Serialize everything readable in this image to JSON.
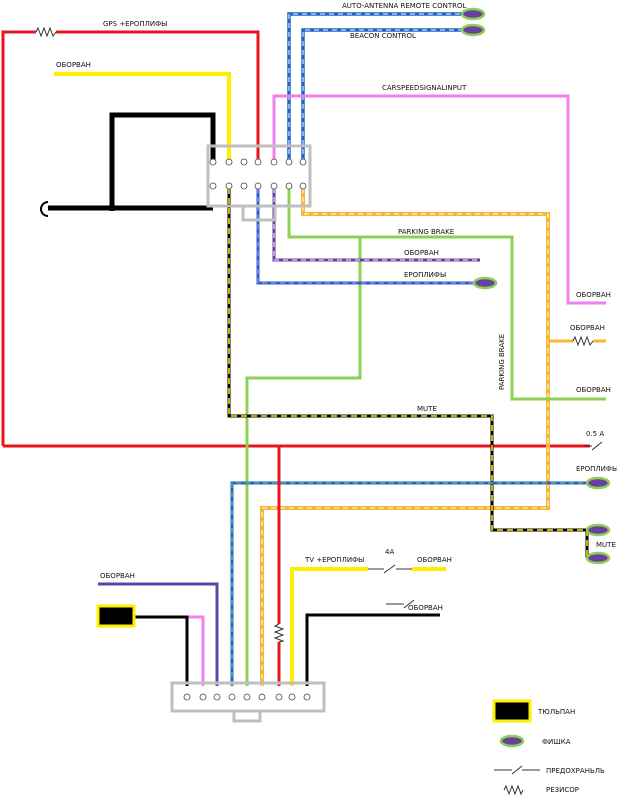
{
  "labels": {
    "gps": "GPS +ЕРОПЛИФЫ",
    "oborvan_top": "ОБОРВАН",
    "auto_antenna": "AUTO-ANTENNA REMOTE CONTROL",
    "beacon": "BEACON CONTROL",
    "car_speed": "CARSPEEDSIGNALINPUT",
    "parking_brake_h": "PARKING BRAKE",
    "oborvan_mid": "ОБОРВАН",
    "eropl_mid": "ЕРОПЛИФЫ",
    "oborvan_r1": "ОБОРВАН",
    "oborvan_r2": "ОБОРВАН",
    "parking_brake_v": "PARKING BRAKE",
    "oborvan_r3": "ОБОРВАН",
    "mute_mid": "MUTE",
    "fuse_05": "0.5 A",
    "eropl_r": "ЕРОПЛИФЫ",
    "mute_r": "MUTE",
    "tv": "TV  +ЕРОПЛИФЫ",
    "fuse_4a": "4A",
    "oborvan_tv": "ОБОРВАН",
    "oborvan_bl": "ОБОРВАН",
    "oborvan_br": "ОБОРВАН"
  },
  "legend": {
    "tulpan": "ТЮЛЬПАН",
    "fishka": "ФИШКА",
    "predohranitel": "ПРЕДОХРАНЬЛЬ",
    "rezistor": "РЕЗИСОР"
  },
  "colors": {
    "red": "#e8151b",
    "yellow": "#ffee00",
    "black": "#000000",
    "pink": "#ee82ee",
    "blue": "#1f62c8",
    "green": "#8cd055",
    "orange": "#f7b733",
    "purple": "#6a3fa0",
    "connector": "#bfbfbf",
    "fishka_fill": "#6a3fa0",
    "fishka_ring": "#8cd055"
  }
}
